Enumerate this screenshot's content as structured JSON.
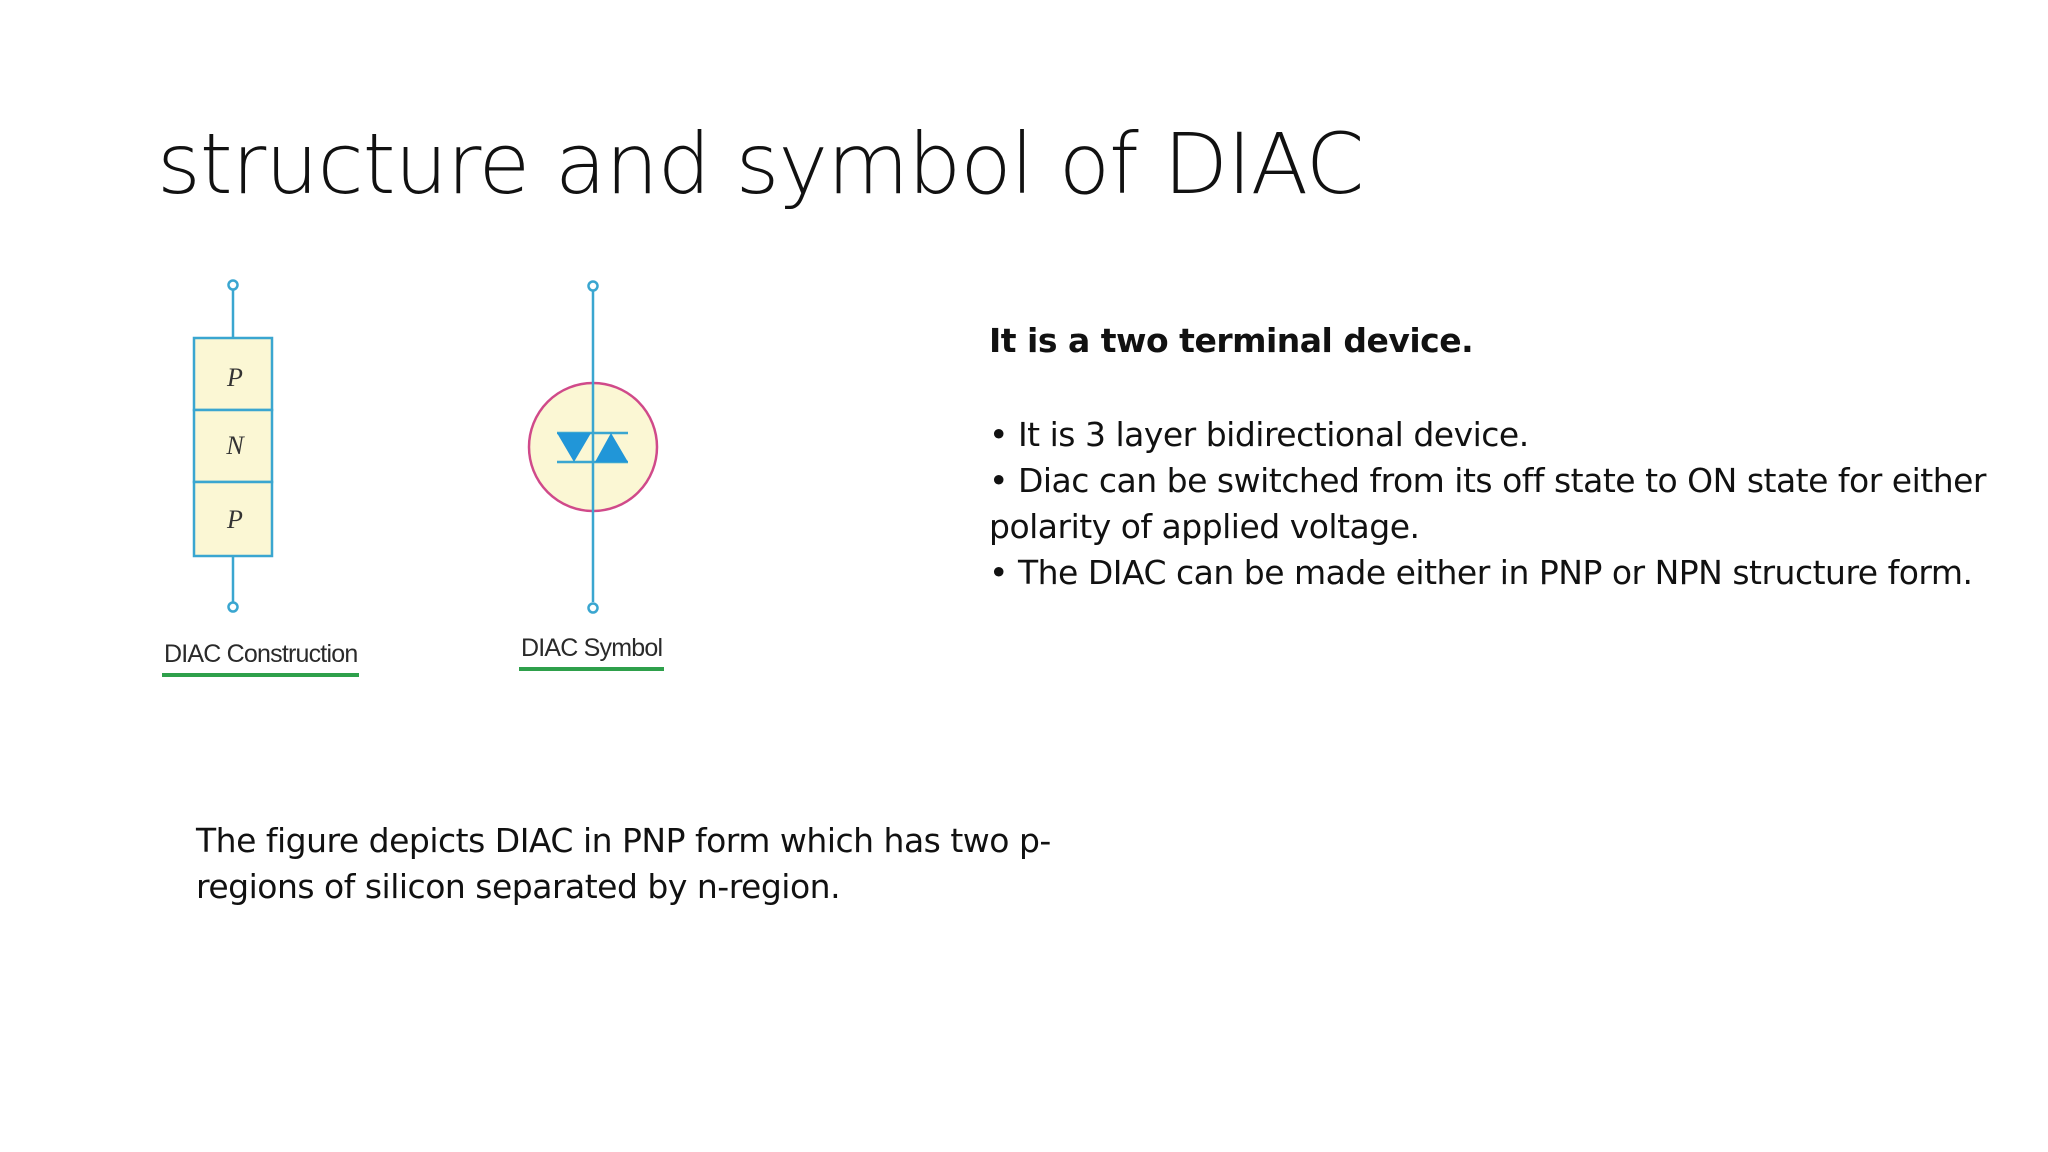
{
  "slide": {
    "title": "structure and symbol of DIAC"
  },
  "figure": {
    "construction": {
      "layers": [
        "P",
        "N",
        "P"
      ],
      "caption": "DIAC Construction"
    },
    "symbol": {
      "caption": "DIAC Symbol"
    },
    "colors": {
      "wire": "#3aa6d0",
      "fill": "#fbf7d4",
      "circle": "#d04a8a",
      "triangle": "#2196d8",
      "underline": "#2ea04b"
    }
  },
  "description": {
    "heading": "It is a two terminal device.",
    "bullets": [
      "• It is 3 layer bidirectional device.",
      "• Diac can be switched from its off state to ON state for either polarity of applied voltage.",
      "• The DIAC can be made either in PNP or NPN structure form."
    ]
  },
  "footer_note": "The figure depicts DIAC in PNP form which has two p-regions of silicon separated by n-region."
}
